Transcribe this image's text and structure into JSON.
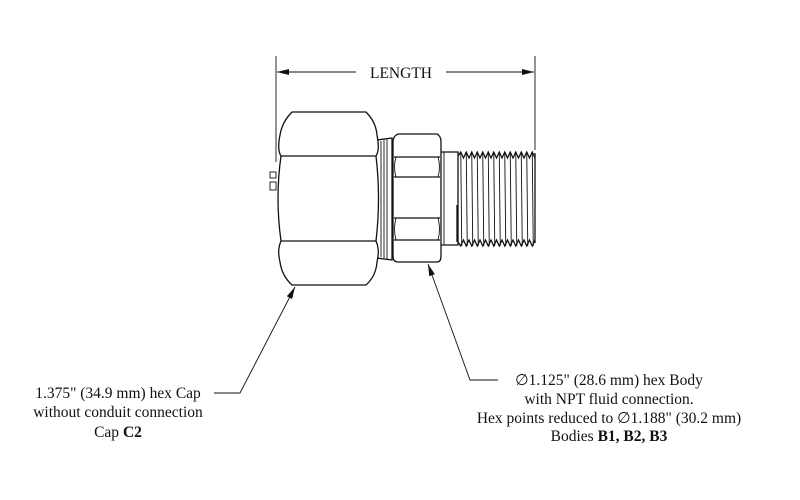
{
  "dimension": {
    "label": "LENGTH"
  },
  "cap_callout": {
    "line1": "1.375\" (34.9 mm) hex Cap",
    "line2": "without conduit connection",
    "line3_prefix": "Cap ",
    "line3_bold": "C2"
  },
  "body_callout": {
    "line1": "∅1.125\" (28.6 mm) hex Body",
    "line2": "with NPT fluid connection.",
    "line3": "Hex points reduced to ∅1.188\" (30.2 mm)",
    "line4_prefix": "Bodies ",
    "line4_bold": "B1, B2, B3"
  }
}
